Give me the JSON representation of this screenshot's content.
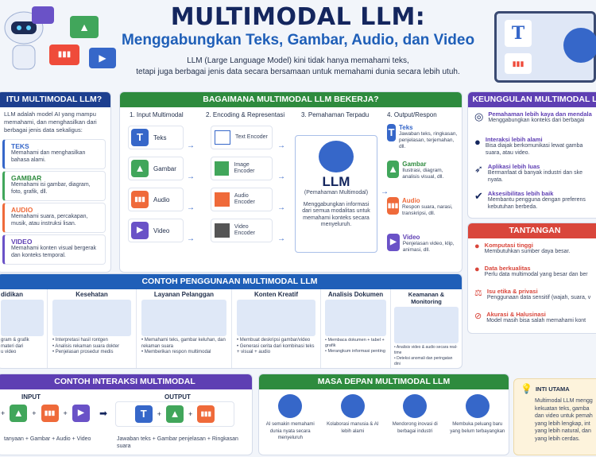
{
  "header": {
    "title": "MULTIMODAL LLM:",
    "subtitle": "Menggabungkan Teks, Gambar, Audio, dan Video",
    "intro_1": "LLM (Large Language Model) kini tidak hanya memahami teks,",
    "intro_2": "tetapi juga berbagai jenis data secara bersamaan untuk memahami dunia secara lebih utuh."
  },
  "left": {
    "heading": "ITU MULTIMODAL LLM?",
    "desc": "LLM adalah model AI yang mampu memahami, dan menghasilkan dari berbagai jenis data sekaligus:",
    "items": [
      {
        "name": "TEKS",
        "desc": "Memahami dan menghasilkan bahasa alami."
      },
      {
        "name": "GAMBAR",
        "desc": "Memahami isi gambar, diagram, foto, grafik, dll."
      },
      {
        "name": "AUDIO",
        "desc": "Memahami suara, percakapan, musik, atau instruksi lisan."
      },
      {
        "name": "VIDEO",
        "desc": "Memahami konten visual bergerak dan konteks temporal."
      }
    ]
  },
  "how": {
    "heading": "BAGAIMANA MULTIMODAL LLM BEKERJA?",
    "step1": "1. Input Multimodal",
    "step2": "2. Encoding & Representasi",
    "step3": "3. Pemahaman Terpadu",
    "step4": "4. Output/Respon",
    "inputs": [
      "Teks",
      "Gambar",
      "Audio",
      "Video"
    ],
    "encoders": [
      "Text Encoder",
      "Image Encoder",
      "Audio Encoder",
      "Video Encoder"
    ],
    "llm_title": "LLM",
    "llm_sub": "(Pemahaman Multimodal)",
    "llm_desc": "Menggabungkan informasi dari semua modalitas untuk memahami konteks secara menyeluruh.",
    "outputs": [
      {
        "name": "Teks",
        "desc": "Jawaban teks, ringkasan, penjelasan, terjemahan, dll."
      },
      {
        "name": "Gambar",
        "desc": "Ilustrasi, diagram, analisis visual, dll."
      },
      {
        "name": "Audio",
        "desc": "Respon suara, narasi, transkripsi, dll."
      },
      {
        "name": "Video",
        "desc": "Penjelasan video, klip, animasi, dll."
      }
    ]
  },
  "advantages": {
    "heading": "KEUNGGULAN MULTIMODAL L",
    "items": [
      {
        "title": "Pemahaman lebih kaya dan mendala",
        "desc": "Menggabungkan konteks dari berbagai"
      },
      {
        "title": "Interaksi lebih alami",
        "desc": "Bisa diajak berkomunikasi lewat gamba suara, atau video."
      },
      {
        "title": "Aplikasi lebih luas",
        "desc": "Bermanfaat di banyak industri dan ske nyata."
      },
      {
        "title": "Aksesibilitas lebih baik",
        "desc": "Membantu pengguna dengan preferens kebutuhan berbeda."
      }
    ]
  },
  "challenges": {
    "heading": "TANTANGAN",
    "items": [
      {
        "title": "Komputasi tinggi",
        "desc": "Membutuhkan sumber daya besar."
      },
      {
        "title": "Data berkualitas",
        "desc": "Perlu data multimodal yang besar dan ber"
      },
      {
        "title": "Isu etika & privasi",
        "desc": "Penggunaan data sensitif (wajah, suara, v"
      },
      {
        "title": "Akurasi & Halusinasi",
        "desc": "Model masih bisa salah memahami kont"
      }
    ]
  },
  "usecases": {
    "heading": "CONTOH PENGGUNAAN MULTIMODAL LLM",
    "items": [
      {
        "title": "didikan",
        "lines": [
          "gram & grafik",
          "materi dari",
          "u video"
        ]
      },
      {
        "title": "Kesehatan",
        "lines": [
          "• Interpretasi hasil rontgen",
          "• Analisis rekaman suara dokter",
          "• Penjelasan prosedur medis"
        ]
      },
      {
        "title": "Layanan Pelanggan",
        "lines": [
          "• Memahami teks, gambar keluhan, dan rekaman suara",
          "• Memberikan respon multimodal"
        ]
      },
      {
        "title": "Konten Kreatif",
        "lines": [
          "• Membuat deskripsi gambar/video",
          "• Generasi cerita dari kombinasi teks + visual + audio"
        ]
      },
      {
        "title": "Analisis Dokumen",
        "lines": [
          "• Membaca dokumen + tabel + grafik",
          "• Merangkum informasi penting"
        ]
      },
      {
        "title": "Keamanan & Monitoring",
        "lines": [
          "• Analisis video & audio secara real-time",
          "• Deteksi anomali dan peringatan dini"
        ]
      }
    ]
  },
  "interaction": {
    "heading": "CONTOH INTERAKSI MULTIMODAL",
    "input_label": "INPUT",
    "output_label": "OUTPUT",
    "input_caption": "tanyaan + Gambar + Audio + Video",
    "output_caption": "Jawaban teks + Gambar penjelasan + Ringkasan suara"
  },
  "future": {
    "heading": "MASA DEPAN MULTIMODAL LLM",
    "items": [
      "AI semakin memahami dunia nyata secara menyeluruh",
      "Kolaborasi manusia & AI lebih alami",
      "Mendorong inovasi di berbagai industri",
      "Membuka peluang baru yang belum terbayangkan"
    ]
  },
  "summary": {
    "heading": "INTI UTAMA",
    "text": "Multimodal LLM mengg kekuatan teks, gamba dan video untuk pemah yang lebih lengkap, int yang lebih natural, dan yang lebih cerdas."
  },
  "glyphs": {
    "T": "T",
    "img": "▲",
    "audio": "▮▮▮",
    "play": "▶"
  },
  "colors": {
    "navy": "#14265e",
    "blue": "#1f5fb8",
    "green": "#2e8b3e",
    "purple": "#5e3fb3",
    "red": "#d9463b",
    "orange": "#ef6a3a"
  }
}
